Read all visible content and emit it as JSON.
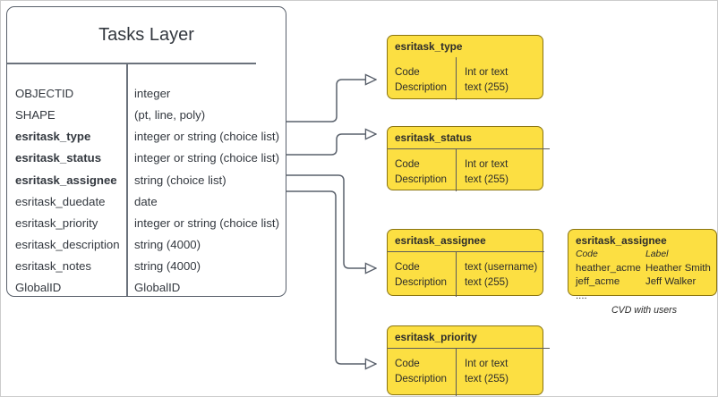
{
  "diagram": {
    "title": "Tasks Layer",
    "accent_yellow": "#FCDF42",
    "outline_gray": "#59606b"
  },
  "main_table": {
    "title": "Tasks Layer",
    "fields": [
      {
        "name": "OBJECTID",
        "type": "integer",
        "bold": false
      },
      {
        "name": "SHAPE",
        "type": "(pt, line, poly)",
        "bold": false
      },
      {
        "name": "esritask_type",
        "type": "integer or string (choice list)",
        "bold": true
      },
      {
        "name": "esritask_status",
        "type": "integer or string (choice list)",
        "bold": true
      },
      {
        "name": "esritask_assignee",
        "type": "string (choice list)",
        "bold": true
      },
      {
        "name": "esritask_duedate",
        "type": "date",
        "bold": false
      },
      {
        "name": "esritask_priority",
        "type": "integer or string (choice list)",
        "bold": false
      },
      {
        "name": "esritask_description",
        "type": "string (4000)",
        "bold": false
      },
      {
        "name": "esritask_notes",
        "type": "string (4000)",
        "bold": false
      },
      {
        "name": "GlobalID",
        "type": "GlobalID",
        "bold": false
      }
    ]
  },
  "domains": [
    {
      "name": "esritask_type",
      "rows": [
        {
          "label": "Code",
          "value": "Int or text"
        },
        {
          "label": "Description",
          "value": "text (255)"
        }
      ]
    },
    {
      "name": "esritask_status",
      "rows": [
        {
          "label": "Code",
          "value": "Int or text"
        },
        {
          "label": "Description",
          "value": "text (255)"
        }
      ]
    },
    {
      "name": "esritask_assignee",
      "rows": [
        {
          "label": "Code",
          "value": "text  (username)"
        },
        {
          "label": "Description",
          "value": "text (255)"
        }
      ]
    },
    {
      "name": "esritask_priority",
      "rows": [
        {
          "label": "Code",
          "value": "Int or text"
        },
        {
          "label": "Description",
          "value": "text (255)"
        }
      ]
    }
  ],
  "cvd": {
    "title": "esritask_assignee",
    "col_code": "Code",
    "col_label": "Label",
    "rows": [
      {
        "code": "heather_acme",
        "label": "Heather Smith"
      },
      {
        "code": "jeff_acme",
        "label": "Jeff Walker"
      },
      {
        "code": "....",
        "label": ""
      }
    ],
    "caption": "CVD with users"
  }
}
